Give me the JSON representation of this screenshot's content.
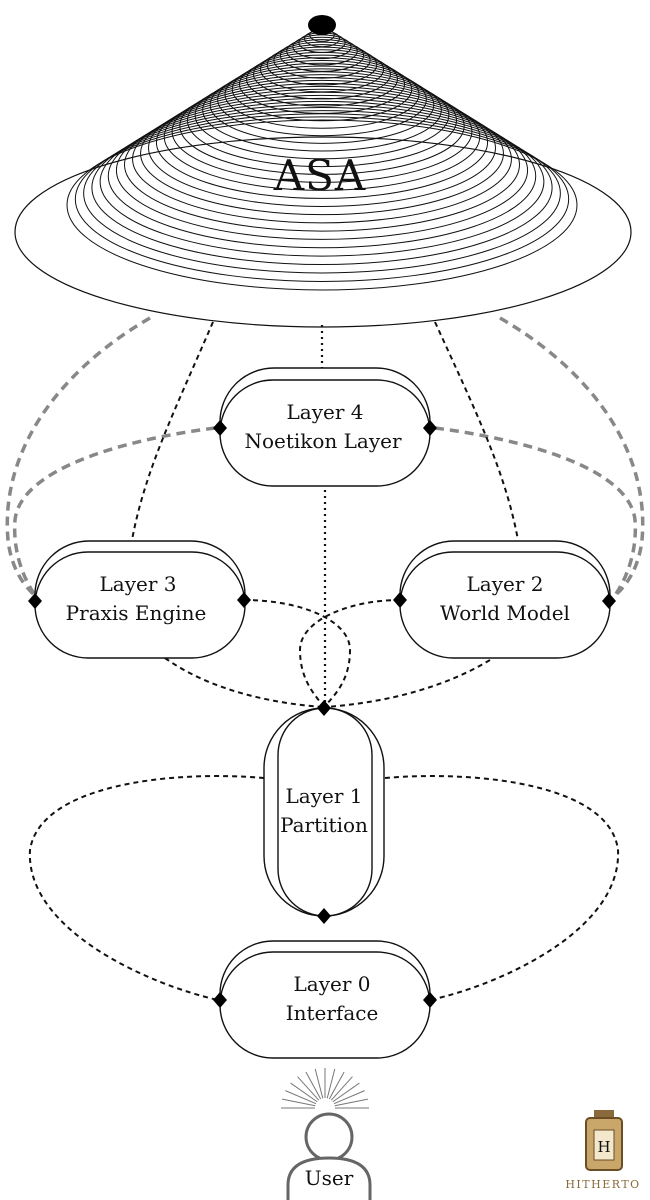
{
  "asa": {
    "label": "ASA"
  },
  "layers": [
    {
      "id": "layer4",
      "line1": "Layer 4",
      "line2": "Noetikon Layer"
    },
    {
      "id": "layer3",
      "line1": "Layer 3",
      "line2": "Praxis Engine"
    },
    {
      "id": "layer2",
      "line1": "Layer 2",
      "line2": "World Model"
    },
    {
      "id": "layer1",
      "line1": "Layer 1",
      "line2": "Partition"
    },
    {
      "id": "layer0",
      "line1": "Layer 0",
      "line2": "Interface"
    }
  ],
  "user": {
    "label": "User"
  },
  "watermark": {
    "letter": "H",
    "text": "HITHERTO"
  }
}
